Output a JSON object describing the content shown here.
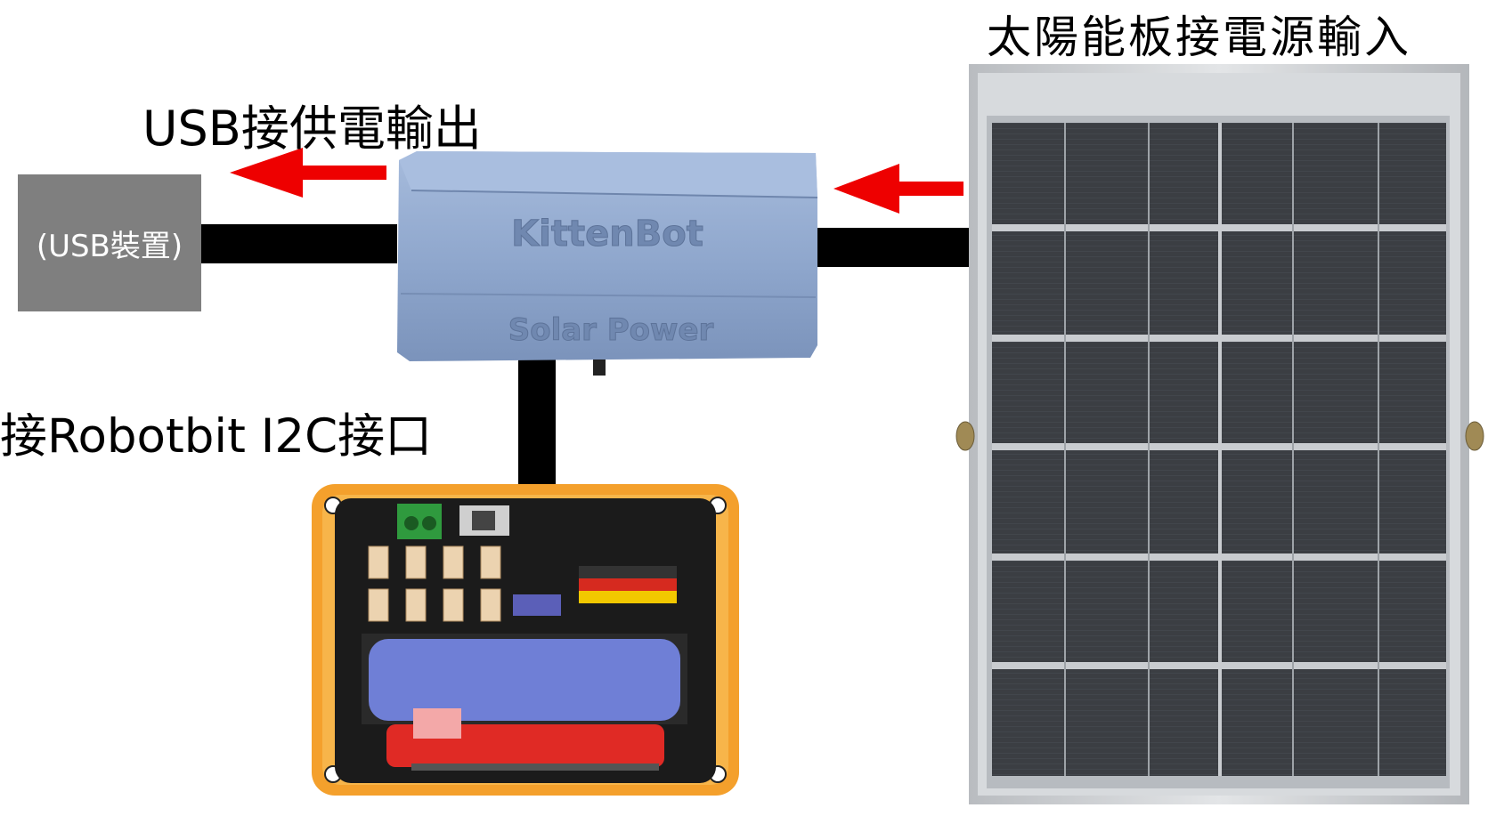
{
  "labels": {
    "solar_input": "太陽能板接電源輸入",
    "usb_output": "USB接供電輸出",
    "usb_device": "(USB裝置)",
    "robotbit_i2c": "接Robotbit I2C接口"
  },
  "module": {
    "brand_text": "KittenBot",
    "product_text": "Solar Power"
  },
  "colors": {
    "arrow": "#ee0000",
    "module_body": "#8fa7cc",
    "usb_device_box": "#7f7f7f",
    "board_frame": "#f4a02c",
    "battery": "#6f7fd6",
    "panel_frame": "#c9ccd0",
    "panel_cells": "#3a3d42"
  },
  "icons": {
    "left_arrow": "arrow-left-icon",
    "solar_panel": "solar-panel-icon",
    "board": "robotbit-board-icon"
  }
}
